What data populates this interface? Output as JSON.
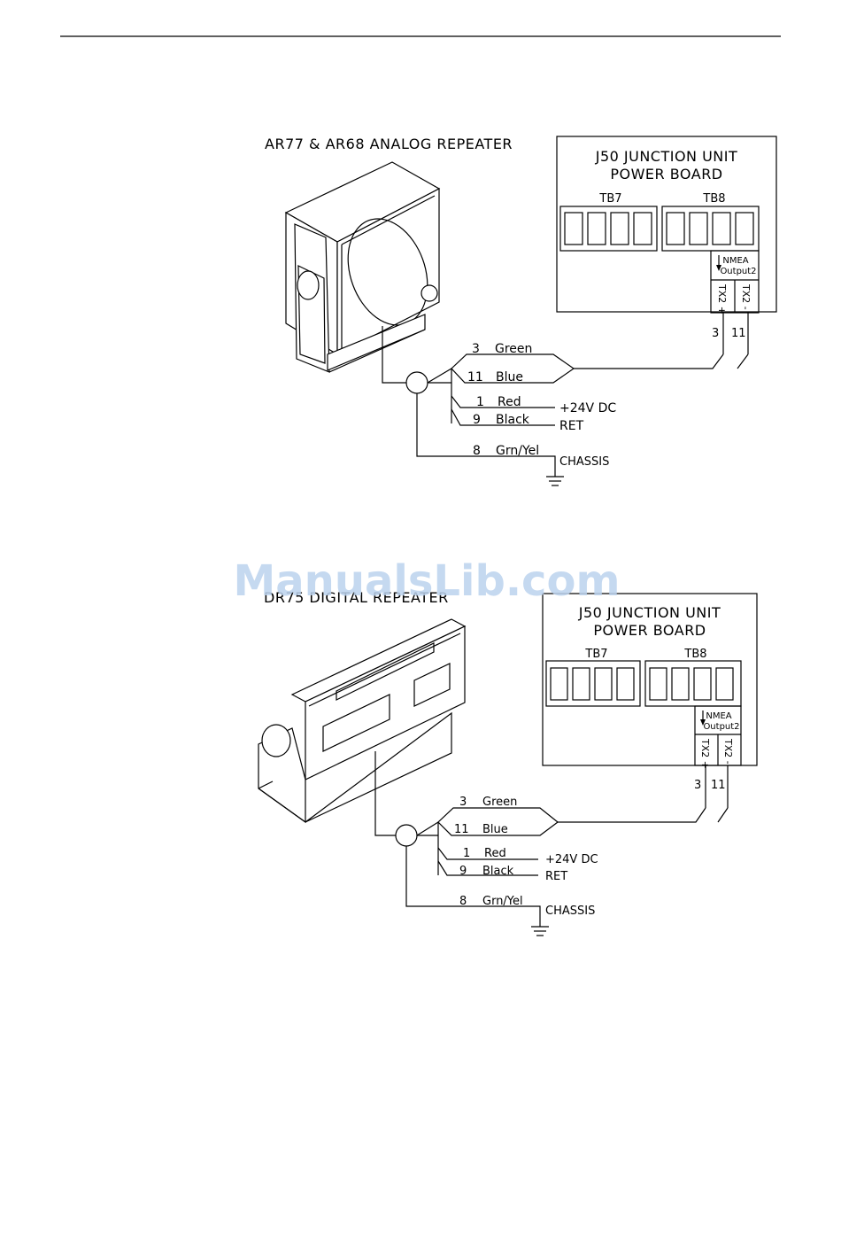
{
  "watermark": "ManualsLib.com",
  "diagram1": {
    "title": "AR77 & AR68 ANALOG REPEATER",
    "junction_title_1": "J50 JUNCTION UNIT",
    "junction_title_2": "POWER BOARD",
    "tb7": "TB7",
    "tb8": "TB8",
    "nmea_1": "NMEA",
    "nmea_2": "Output2",
    "tx_plus": "TX2 +",
    "tx_minus": "TX2 -",
    "pin_3": "3",
    "pin_11": "11",
    "wires": [
      {
        "num": "3",
        "color": "Green"
      },
      {
        "num": "11",
        "color": "Blue"
      },
      {
        "num": "1",
        "color": "Red"
      },
      {
        "num": "9",
        "color": "Black"
      },
      {
        "num": "8",
        "color": "Grn/Yel"
      }
    ],
    "label_24v": "+24V DC",
    "label_ret": "RET",
    "label_chassis": "CHASSIS"
  },
  "diagram2": {
    "title": "DR75 DIGITAL REPEATER",
    "junction_title_1": "J50 JUNCTION UNIT",
    "junction_title_2": "POWER BOARD",
    "tb7": "TB7",
    "tb8": "TB8",
    "nmea_1": "NMEA",
    "nmea_2": "Output2",
    "tx_plus": "TX2 +",
    "tx_minus": "TX2 -",
    "pin_3": "3",
    "pin_11": "11",
    "wires": [
      {
        "num": "3",
        "color": "Green"
      },
      {
        "num": "11",
        "color": "Blue"
      },
      {
        "num": "1",
        "color": "Red"
      },
      {
        "num": "9",
        "color": "Black"
      },
      {
        "num": "8",
        "color": "Grn/Yel"
      }
    ],
    "label_24v": "+24V DC",
    "label_ret": "RET",
    "label_chassis": "CHASSIS"
  }
}
